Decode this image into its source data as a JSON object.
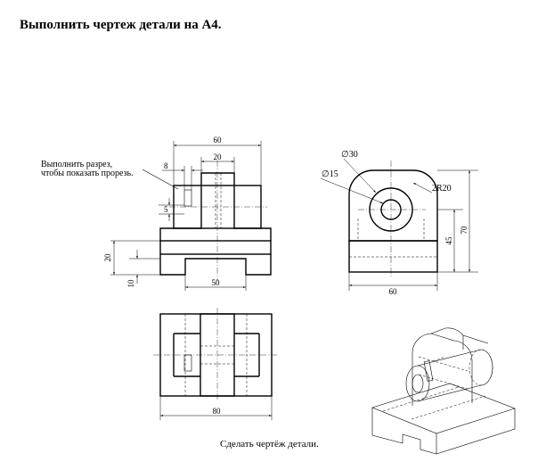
{
  "task_title": "Выполнить чертеж детали на А4.",
  "front_view": {
    "note_line1": "Выполнить разрез,",
    "note_line2": "чтобы показать прорезь.",
    "dim_60": "60",
    "dim_20": "20",
    "dim_8": "8",
    "dim_5": "5",
    "dim_20_height": "20",
    "dim_10": "10",
    "dim_50": "50"
  },
  "side_view": {
    "dim_d30": "∅30",
    "dim_d15": "∅15",
    "dim_2r20": "2R20",
    "dim_45": "45",
    "dim_70": "70",
    "dim_60": "60"
  },
  "top_view": {
    "dim_80": "80"
  },
  "caption": "Сделать чертёж детали."
}
